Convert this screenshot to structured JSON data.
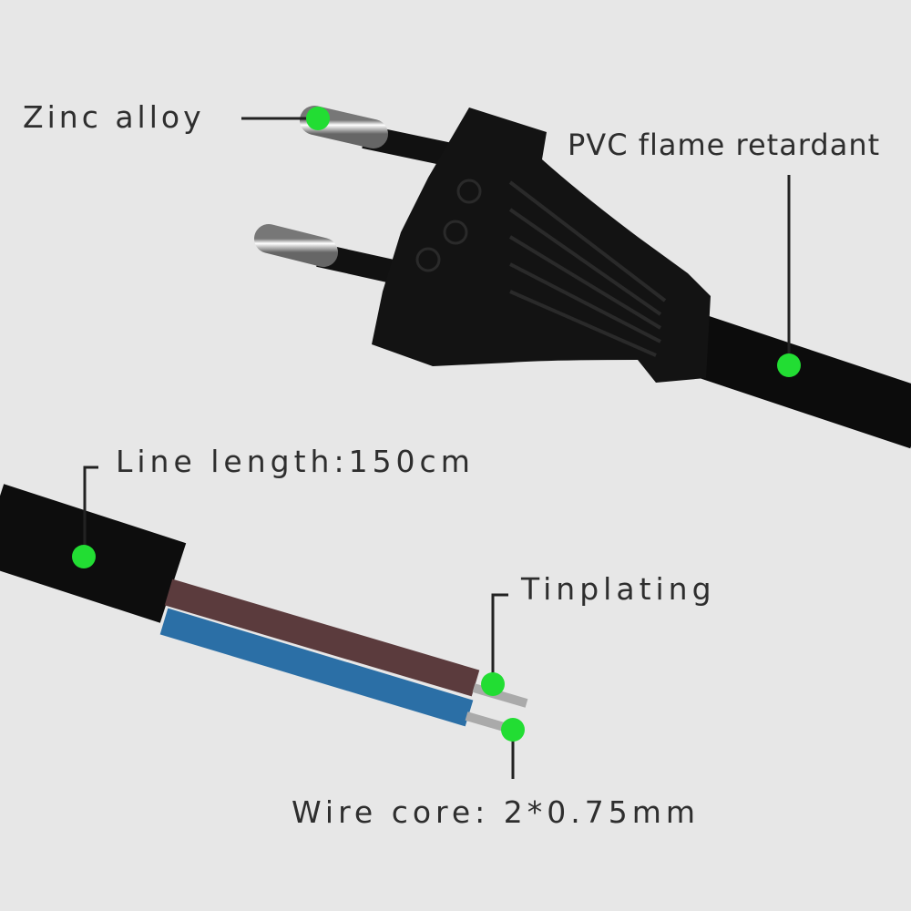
{
  "labels": {
    "zinc_alloy": "Zinc alloy",
    "pvc": "PVC flame retardant",
    "line_length": "Line length:150cm",
    "tinplating": "Tinplating",
    "wire_core": "Wire core: 2*0.75mm"
  },
  "colors": {
    "marker": "#22dd33",
    "brown_wire": "#5b3b3d",
    "blue_wire": "#2b6fa6",
    "background": "#e7e7e7"
  }
}
